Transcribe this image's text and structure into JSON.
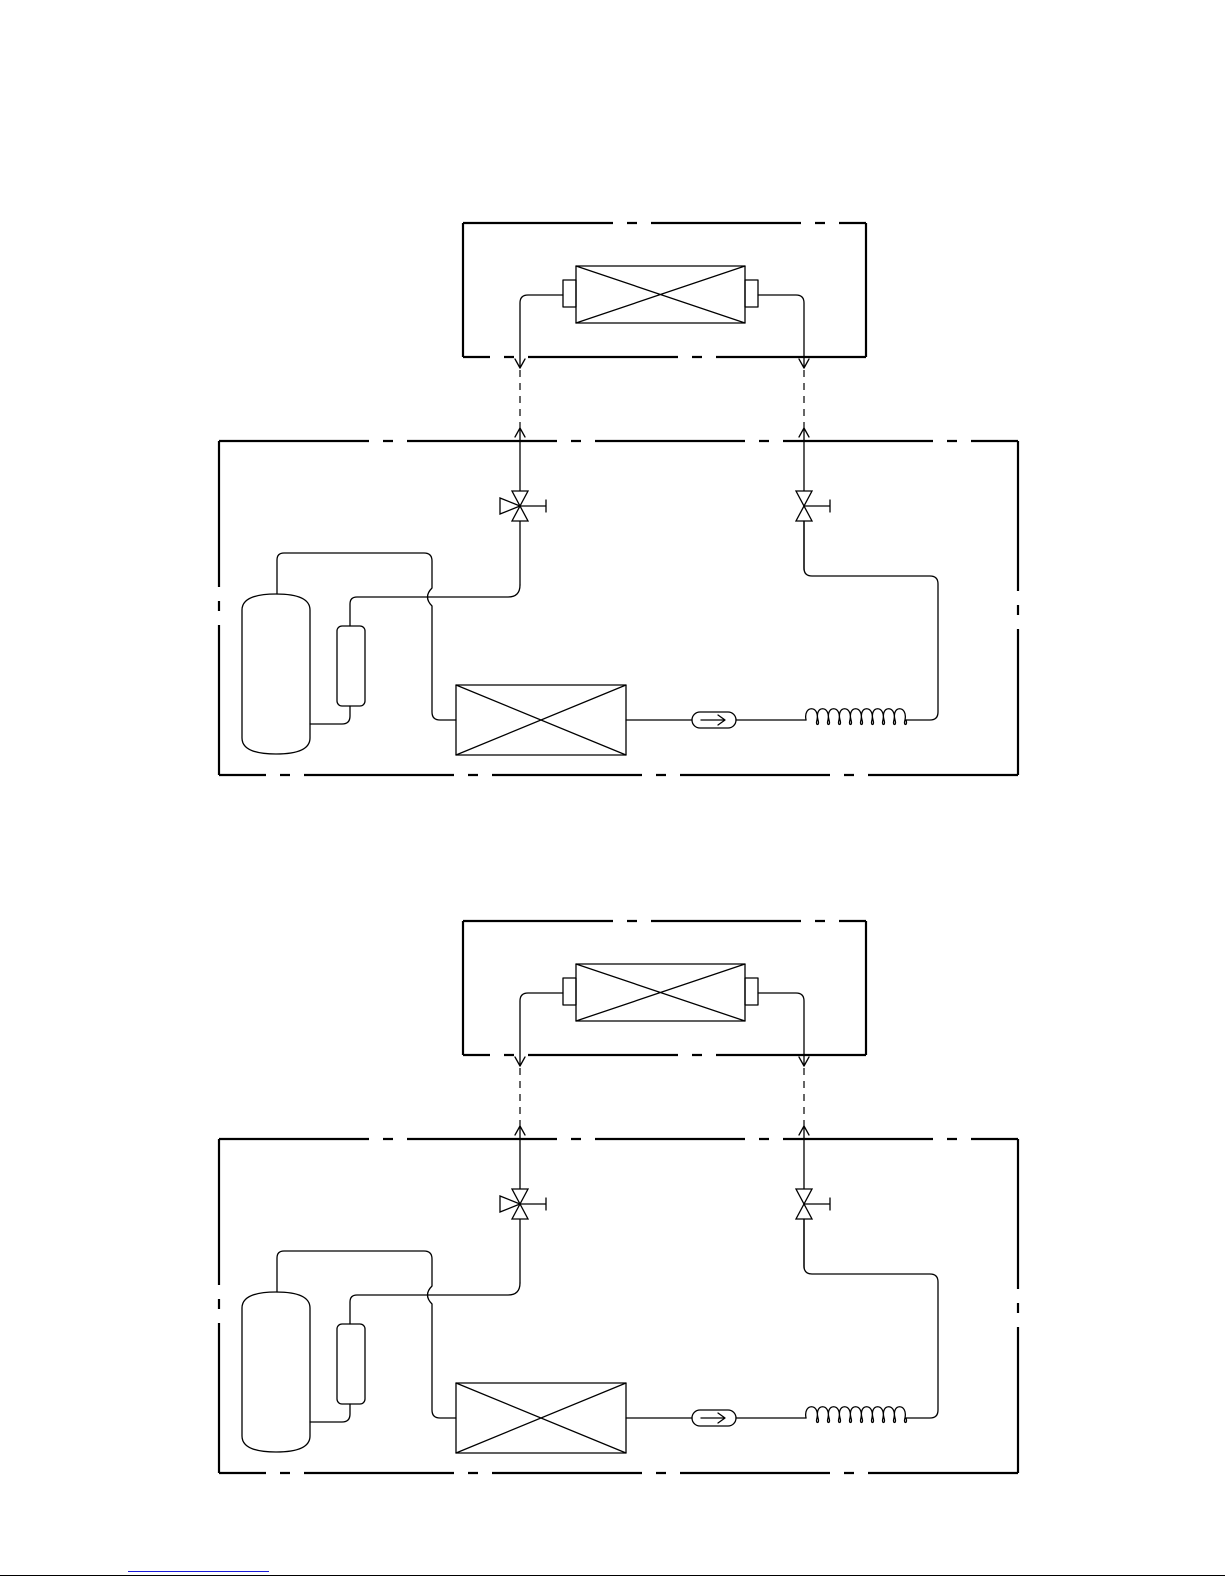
{
  "diagrams": [
    {
      "id": "upper",
      "indoor_unit": "indoor-unit-upper",
      "outdoor_unit": "outdoor-unit-upper"
    },
    {
      "id": "lower",
      "indoor_unit": "indoor-unit-lower",
      "outdoor_unit": "outdoor-unit-lower"
    }
  ],
  "symbols": {
    "heat_exchanger": "heat-exchanger-icon",
    "compressor": "compressor-icon",
    "accumulator": "accumulator-icon",
    "three_way_valve": "three-way-valve-icon",
    "two_way_valve": "two-way-valve-icon",
    "strainer": "strainer-icon",
    "capillary_tube": "capillary-tube-icon"
  },
  "colors": {
    "line": "#000000",
    "background": "#ffffff",
    "footer_link": "#1b1bd9"
  }
}
